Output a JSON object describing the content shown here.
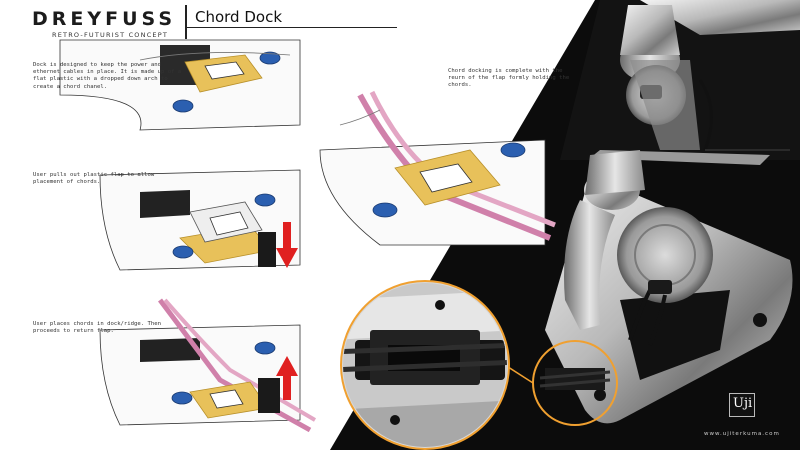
{
  "header": {
    "brand": "DREYFUSS",
    "subtitle": "RETRO-FUTURIST CONCEPT",
    "title": "Chord Dock"
  },
  "notes": [
    "Dock is designed to keep the power and ethernet cables in place. It is made up of a flat plastic with a dropped down arch to create a chord chanel.",
    "User pulls out plastic flap to allow placement of chords.",
    "User places chords in dock/ridge. Then proceeds to return flap.",
    "Chord docking is complete with the reurn of the flap formly holding the chords."
  ],
  "watermark": {
    "logo": "Uji",
    "url": "www.ujiterkuma.com"
  },
  "colors": {
    "flap": "#e8c15a",
    "flap_edge": "#b8902a",
    "arrow": "#e02020",
    "button_blue": "#2b5fb0",
    "cable_pink": "#e3a6c4",
    "highlight_ring": "#f0a030",
    "dark_bg": "#0c0c0c"
  }
}
